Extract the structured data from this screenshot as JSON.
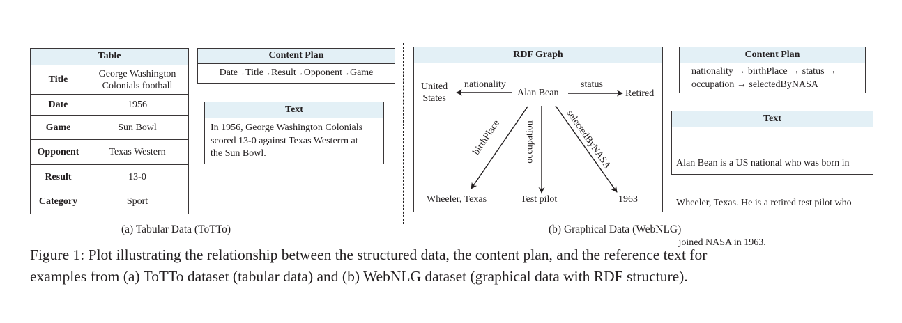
{
  "panel_a": {
    "table": {
      "title": "Table",
      "rows": [
        {
          "key": "Title",
          "value_lines": [
            "George Washington",
            "Colonials football"
          ]
        },
        {
          "key": "Date",
          "value_lines": [
            "1956"
          ]
        },
        {
          "key": "Game",
          "value_lines": [
            "Sun Bowl"
          ]
        },
        {
          "key": "Opponent",
          "value_lines": [
            "Texas Western"
          ]
        },
        {
          "key": "Result",
          "value_lines": [
            "13-0"
          ]
        },
        {
          "key": "Category",
          "value_lines": [
            "Sport"
          ]
        }
      ]
    },
    "content_plan": {
      "title": "Content Plan",
      "steps": [
        "Date",
        "Title",
        "Result",
        "Opponent",
        "Game"
      ],
      "arrow": "→"
    },
    "text": {
      "title": "Text",
      "lines": [
        "In 1956, George Washington Colonials",
        "scored 13-0 against Texas Westerrn at",
        "the Sun Bowl."
      ]
    },
    "subcaption": "(a)  Tabular Data (ToTTo)"
  },
  "panel_b": {
    "rdf_graph": {
      "title": "RDF Graph",
      "center": "Alan Bean",
      "edges": [
        {
          "label": "nationality",
          "target": "United States",
          "target_lines": [
            "United",
            "States"
          ]
        },
        {
          "label": "status",
          "target": "Retired",
          "target_lines": [
            "Retired"
          ]
        },
        {
          "label": "birthPlace",
          "target": "Wheeler, Texas",
          "target_lines": [
            "Wheeler, Texas"
          ]
        },
        {
          "label": "occupation",
          "target": "Test pilot",
          "target_lines": [
            "Test pilot"
          ]
        },
        {
          "label": "selectedByNASA",
          "target": "1963",
          "target_lines": [
            "1963"
          ]
        }
      ]
    },
    "content_plan": {
      "title": "Content Plan",
      "lines": [
        "nationality → birthPlace → status →",
        "occupation → selectedByNASA"
      ]
    },
    "text": {
      "title": "Text",
      "lines": [
        "Alan Bean is a US national who was born in",
        "Wheeler, Texas. He is a retired test pilot who",
        " joined NASA in 1963."
      ]
    },
    "subcaption": "(b)  Graphical Data (WebNLG)"
  },
  "caption": {
    "lines": [
      "Figure 1: Plot illustrating the relationship between the structured data, the content plan, and the reference text for",
      "examples from (a) ToTTo dataset (tabular data) and (b) WebNLG dataset (graphical data with RDF structure)."
    ]
  },
  "colors": {
    "header_fill": "#e3f0f6",
    "border": "#3a3637",
    "text": "#231f20"
  }
}
